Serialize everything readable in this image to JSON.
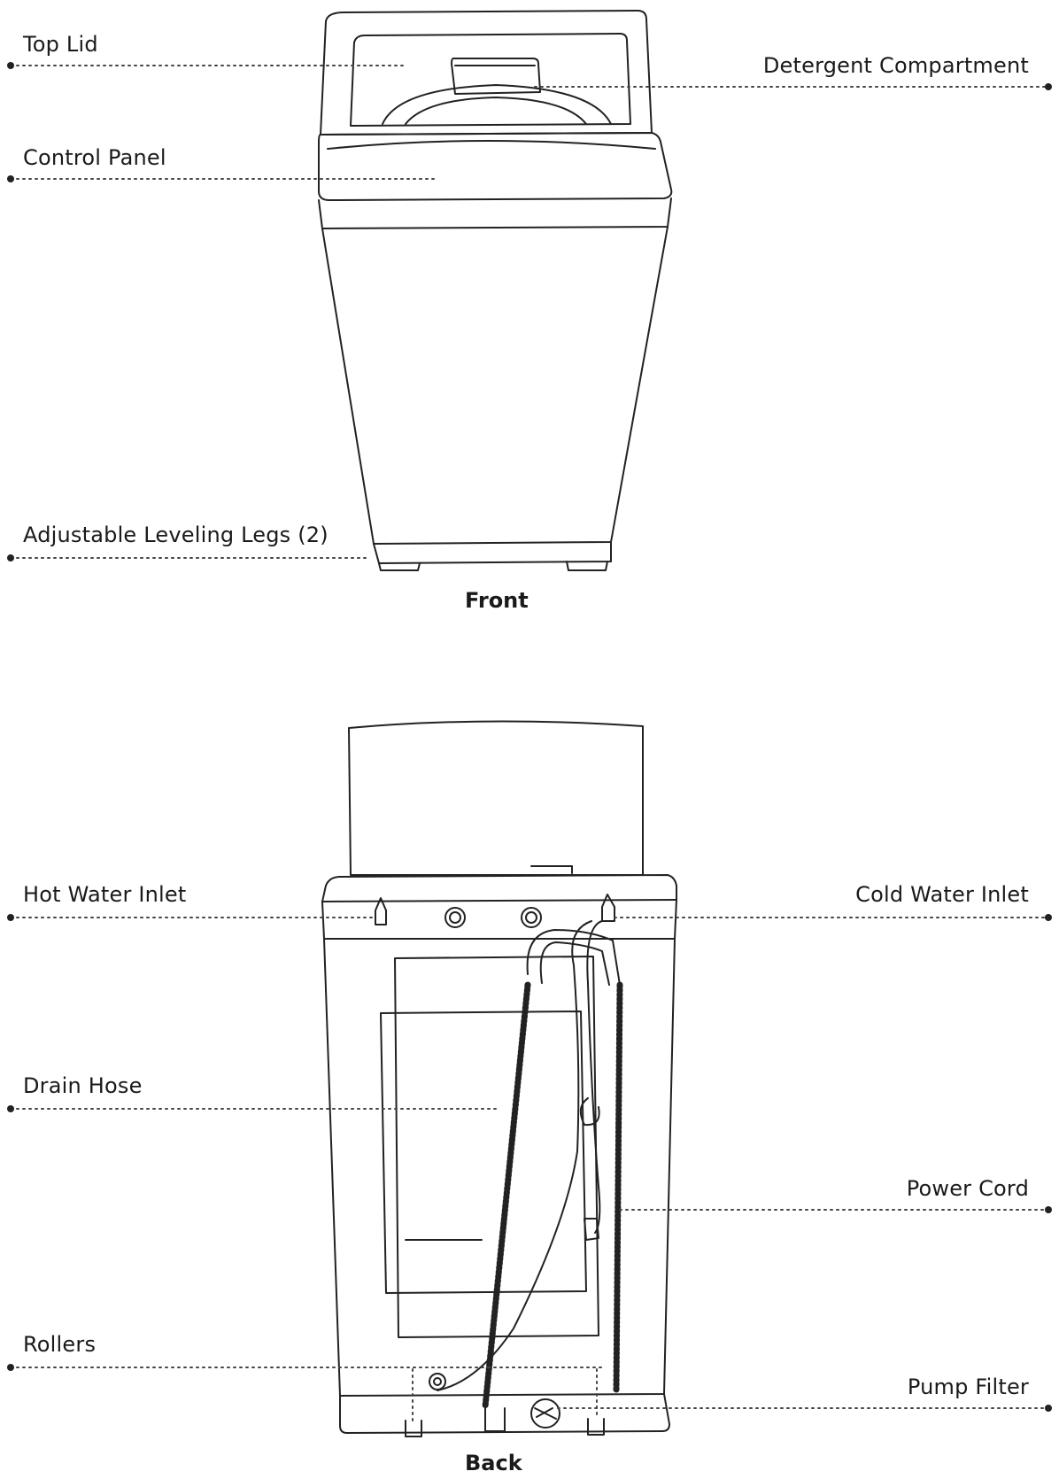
{
  "front": {
    "title": "Front",
    "labels": {
      "top_lid": "Top Lid",
      "control_panel": "Control Panel",
      "leveling_legs": "Adjustable Leveling Legs (2)",
      "detergent": "Detergent Compartment"
    }
  },
  "back": {
    "title": "Back",
    "labels": {
      "hot_water": "Hot Water Inlet",
      "drain_hose": "Drain Hose",
      "rollers": "Rollers",
      "cold_water": "Cold Water Inlet",
      "power_cord": "Power Cord",
      "pump_filter": "Pump Filter"
    }
  }
}
